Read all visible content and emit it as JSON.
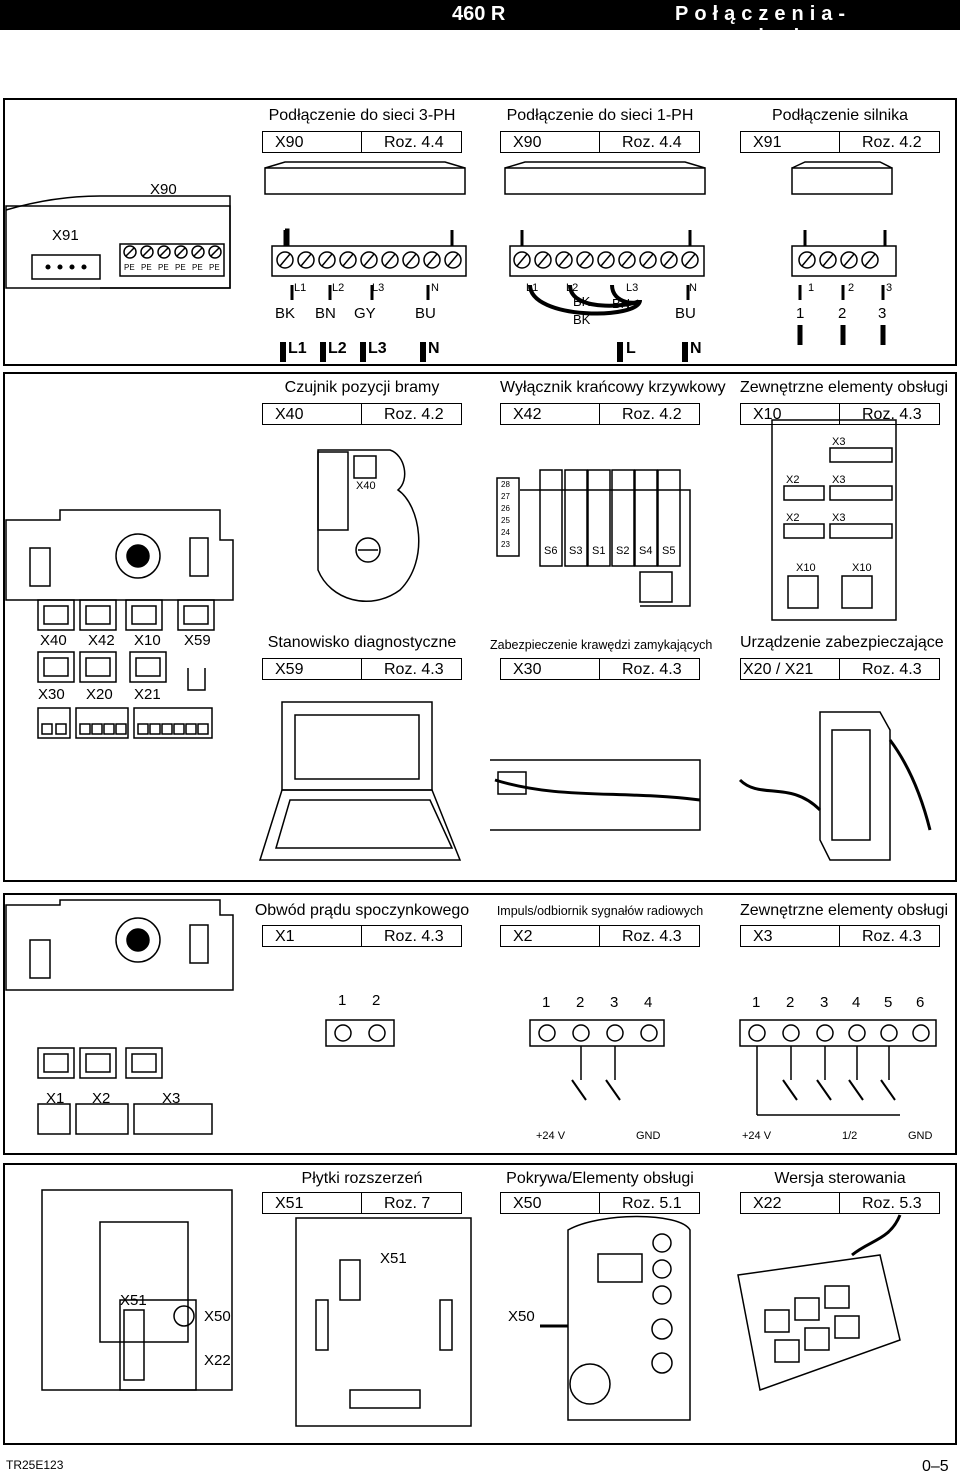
{
  "header": {
    "model": "460 R",
    "title": "Połączenia-przegląd"
  },
  "sections": {
    "s1": {
      "title": "Podłączenie do sieci 3-PH",
      "conn": "X90",
      "ref": "Roz. 4.4"
    },
    "s2": {
      "title": "Podłączenie do sieci 1-PH",
      "conn": "X90",
      "ref": "Roz. 4.4"
    },
    "s3": {
      "title": "Podłączenie silnika",
      "conn": "X91",
      "ref": "Roz. 4.2"
    },
    "s4": {
      "title": "Czujnik pozycji bramy",
      "conn": "X40",
      "ref": "Roz. 4.2"
    },
    "s5": {
      "title": "Wyłącznik krańcowy krzywkowy",
      "conn": "X42",
      "ref": "Roz. 4.2"
    },
    "s6": {
      "title": "Zewnętrzne elementy obsługi",
      "conn": "X10",
      "ref": "Roz. 4.3"
    },
    "s7": {
      "title": "Stanowisko diagnostyczne",
      "conn": "X59",
      "ref": "Roz. 4.3"
    },
    "s8": {
      "title": "Zabezpieczenie krawędzi zamykających",
      "conn": "X30",
      "ref": "Roz. 4.3"
    },
    "s9": {
      "title": "Urządzenie zabezpieczające",
      "conn": "X20 / X21",
      "ref": "Roz. 4.3"
    },
    "s10": {
      "title": "Obwód prądu spoczynkowego",
      "conn": "X1",
      "ref": "Roz. 4.3"
    },
    "s11": {
      "title": "Impuls/odbiornik sygnałów radiowych",
      "conn": "X2",
      "ref": "Roz. 4.3"
    },
    "s12": {
      "title": "Zewnętrzne elementy obsługi",
      "conn": "X3",
      "ref": "Roz. 4.3"
    },
    "s13": {
      "title": "Płytki rozszerzeń",
      "conn": "X51",
      "ref": "Roz. 7"
    },
    "s14": {
      "title": "Pokrywa/Elementy obsługi",
      "conn": "X50",
      "ref": "Roz. 5.1"
    },
    "s15": {
      "title": "Wersja sterowania",
      "conn": "X22",
      "ref": "Roz. 5.3"
    }
  },
  "labels": {
    "x90": "X90",
    "x91": "X91",
    "pe": "PE",
    "l1": "L1",
    "l2": "L2",
    "l3": "L3",
    "n": "N",
    "l": "L",
    "bk": "BK",
    "bn": "BN",
    "gy": "GY",
    "bu": "BU",
    "t1": "1",
    "t2": "2",
    "t3": "3",
    "t4": "4",
    "t5": "5",
    "t6": "6",
    "x40": "X40",
    "x42": "X42",
    "x10": "X10",
    "x59": "X59",
    "x30": "X30",
    "x20": "X20",
    "x21": "X21",
    "x1": "X1",
    "x2": "X2",
    "x3": "X3",
    "x51": "X51",
    "x50": "X50",
    "x22": "X22",
    "s6": "S6",
    "s3": "S3",
    "s1": "S1",
    "s2": "S2",
    "s4": "S4",
    "s5": "S5",
    "t23": "23",
    "t24": "24",
    "t25": "25",
    "t26": "26",
    "t27": "27",
    "t28": "28",
    "v24": "+24 V",
    "gnd": "GND",
    "half": "1/2"
  },
  "footer": {
    "code": "TR25E123",
    "page": "0–5"
  }
}
